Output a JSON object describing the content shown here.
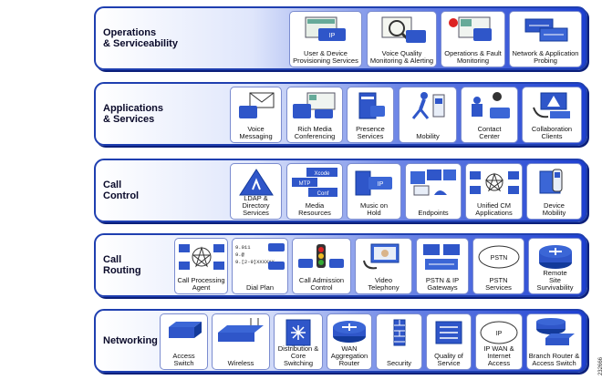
{
  "code": "232666",
  "layers": [
    {
      "title": "Operations\n& Serviceability",
      "tiles": [
        {
          "label": "User & Device\nProvisioning Services",
          "icon": "provisioning-icon"
        },
        {
          "label": "Voice Quality\nMonitoring & Alerting",
          "icon": "voice-quality-icon"
        },
        {
          "label": "Operations & Fault\nMonitoring",
          "icon": "fault-monitoring-icon"
        },
        {
          "label": "Network & Application\nProbing",
          "icon": "network-probe-icon"
        }
      ]
    },
    {
      "title": "Applications\n& Services",
      "tiles": [
        {
          "label": "Voice\nMessaging",
          "icon": "voicemail-icon"
        },
        {
          "label": "Rich Media\nConferencing",
          "icon": "conferencing-icon"
        },
        {
          "label": "Presence\nServices",
          "icon": "presence-server-icon"
        },
        {
          "label": "Mobility",
          "icon": "mobility-person-icon"
        },
        {
          "label": "Contact\nCenter",
          "icon": "contact-center-icon"
        },
        {
          "label": "Collaboration\nClients",
          "icon": "collaboration-client-icon"
        }
      ]
    },
    {
      "title": "Call\nControl",
      "tiles": [
        {
          "label": "LDAP &\nDirectory\nServices",
          "icon": "directory-icon"
        },
        {
          "label": "Media\nResources",
          "icon": "media-resources-icon",
          "sub": [
            "Xcode",
            "MTP",
            "Conf"
          ]
        },
        {
          "label": "Music on\nHold",
          "icon": "music-on-hold-icon"
        },
        {
          "label": "Endpoints",
          "icon": "endpoints-icon"
        },
        {
          "label": "Unified CM\nApplications",
          "icon": "unified-cm-icon"
        },
        {
          "label": "Device\nMobility",
          "icon": "device-mobility-icon"
        }
      ]
    },
    {
      "title": "Call\nRouting",
      "tiles": [
        {
          "label": "Call Processing\nAgent",
          "icon": "call-agent-icon"
        },
        {
          "label": "Dial Plan",
          "icon": "dial-plan-icon",
          "sub": [
            "9.011",
            "9.@",
            "9.[2-9]XXXXXX"
          ]
        },
        {
          "label": "Call Admission\nControl",
          "icon": "traffic-light-icon"
        },
        {
          "label": "Video\nTelephony",
          "icon": "video-telephony-icon"
        },
        {
          "label": "PSTN & IP\nGateways",
          "icon": "gateway-icon"
        },
        {
          "label": "PSTN\nServices",
          "icon": "pstn-cloud-icon",
          "cloud": "PSTN"
        },
        {
          "label": "Remote\nSite\nSurvivability",
          "icon": "survivability-router-icon"
        }
      ]
    },
    {
      "title": "Networking",
      "tiles": [
        {
          "label": "Access\nSwitch",
          "icon": "access-switch-icon"
        },
        {
          "label": "Wireless",
          "icon": "wireless-switch-icon"
        },
        {
          "label": "Distribution &\nCore Switching",
          "icon": "core-switch-icon"
        },
        {
          "label": "WAN\nAggregation\nRouter",
          "icon": "router-icon"
        },
        {
          "label": "Security",
          "icon": "firewall-icon"
        },
        {
          "label": "Quality of\nService",
          "icon": "qos-icon"
        },
        {
          "label": "IP WAN &\nInternet\nAccess",
          "icon": "ip-cloud-icon",
          "cloud": "IP"
        },
        {
          "label": "Branch Router &\nAccess Switch",
          "icon": "branch-router-icon"
        }
      ]
    }
  ]
}
